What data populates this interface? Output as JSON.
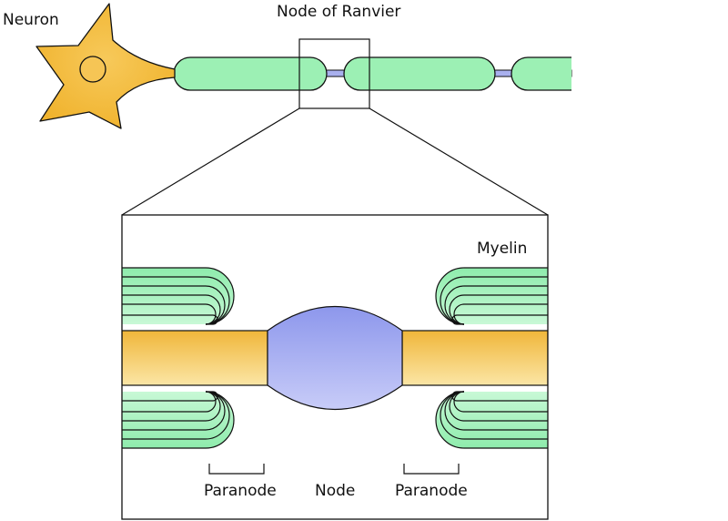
{
  "labels": {
    "neuron": "Neuron",
    "node_of_ranvier": "Node of Ranvier",
    "myelin": "Myelin",
    "paranode_left": "Paranode",
    "node": "Node",
    "paranode_right": "Paranode"
  },
  "colors": {
    "myelin_fill": "#9cf0b4",
    "axon_fill": "#f3c14a",
    "node_fill": "#aab2f4",
    "outline": "#111111"
  }
}
